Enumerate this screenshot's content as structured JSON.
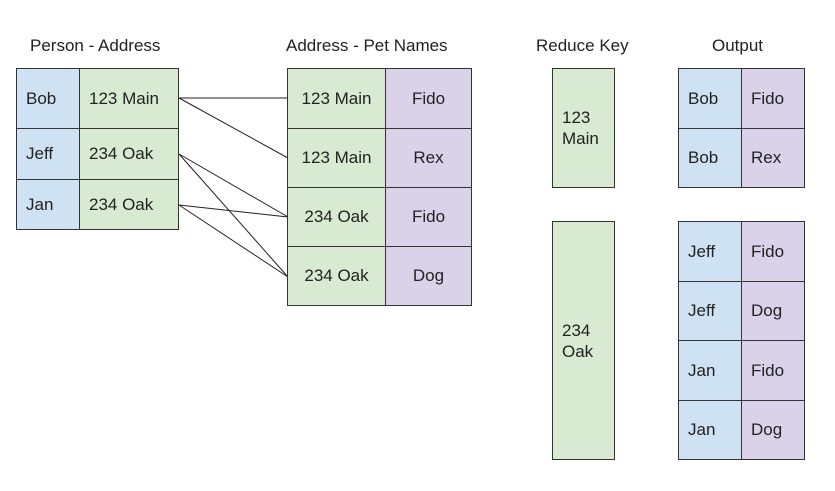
{
  "headers": {
    "person_address": "Person - Address",
    "address_pets": "Address - Pet Names",
    "reduce_key": "Reduce Key",
    "output": "Output"
  },
  "person_address": [
    {
      "person": "Bob",
      "address": "123 Main"
    },
    {
      "person": "Jeff",
      "address": "234 Oak"
    },
    {
      "person": "Jan",
      "address": "234 Oak"
    }
  ],
  "address_pets": [
    {
      "address": "123 Main",
      "pet": "Fido"
    },
    {
      "address": "123 Main",
      "pet": "Rex"
    },
    {
      "address": "234 Oak",
      "pet": "Fido"
    },
    {
      "address": "234 Oak",
      "pet": "Dog"
    }
  ],
  "reduce_keys": [
    {
      "line1": "123",
      "line2": "Main"
    },
    {
      "line1": "234",
      "line2": "Oak"
    }
  ],
  "output": [
    {
      "person": "Bob",
      "pet": "Fido"
    },
    {
      "person": "Bob",
      "pet": "Rex"
    },
    {
      "person": "Jeff",
      "pet": "Fido"
    },
    {
      "person": "Jeff",
      "pet": "Dog"
    },
    {
      "person": "Jan",
      "pet": "Fido"
    },
    {
      "person": "Jan",
      "pet": "Dog"
    }
  ],
  "colors": {
    "person": "#cfe2f3",
    "address": "#d9ead3",
    "pet": "#d9d2e9",
    "border": "#333333"
  }
}
